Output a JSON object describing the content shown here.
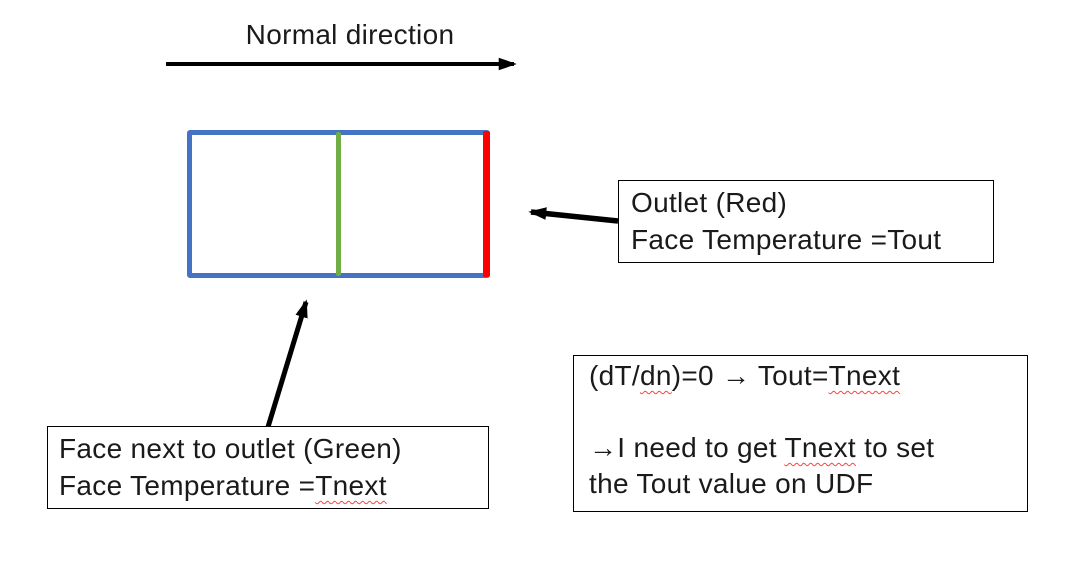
{
  "colors": {
    "blue": "#4472C4",
    "green": "#70AD47",
    "red": "#FF0000",
    "arrow": "#000000",
    "box_border": "#000000",
    "text": "#1a1a1a",
    "squiggle": "#ff4040"
  },
  "header": {
    "title": "Normal direction"
  },
  "boxes": {
    "outlet": {
      "line1": "Outlet (Red)",
      "line2": "Face Temperature =Tout"
    },
    "green_face": {
      "line1": "Face next to outlet (Green)",
      "line2_prefix": "Face Temperature =",
      "line2_word": "Tnext"
    },
    "note": {
      "l1_a": "(dT/",
      "l1_b": "dn",
      "l1_c": ")=0 → Tout=",
      "l1_d": "Tnext",
      "l3_a": "→I need to get ",
      "l3_b": "Tnext",
      "l3_c": " to set",
      "l4": "the Tout value on UDF"
    }
  }
}
